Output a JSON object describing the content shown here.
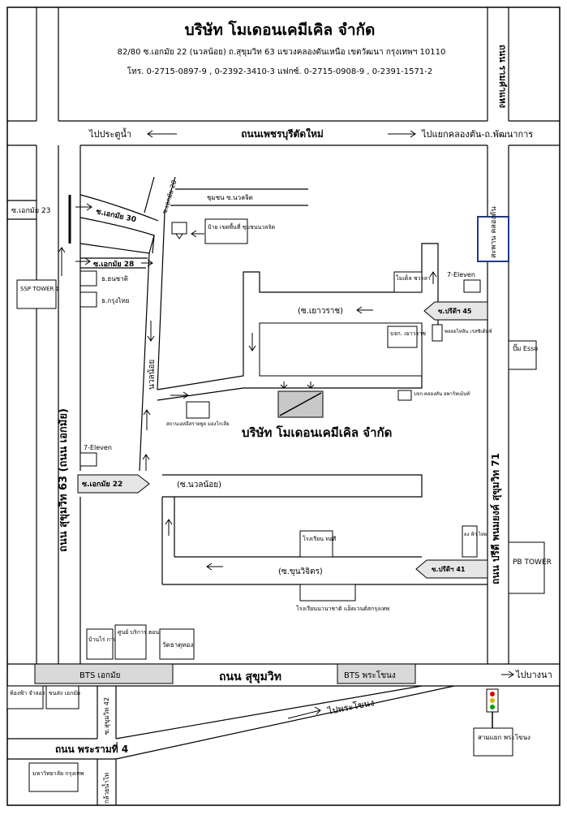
{
  "header": {
    "company_name": "บริษัท โมเดอนเคมีเคิล จำกัด",
    "address": "82/80 ซ.เอกมัย 22 (นวลน้อย) ถ.สุขุมวิท 63 แขวงคลองตันเหนือ เขตวัฒนา กรุงเทพฯ 10110",
    "contact": "โทร. 0-2715-0897-9 , 0-2392-3410-3  แฟกซ์. 0-2715-0908-9 , 0-2391-1571-2"
  },
  "roads": {
    "ram_khamhaeng": "ถนน รามคำแหง",
    "phetchaburi": "ถนนเพชรบุรีตัดใหม่",
    "to_pratunam": "ไปประตูน้ำ",
    "to_khlongtan": "ไปแยกคลองตัน-ถ.พัฒนาการ",
    "sukhumvit63": "ถนน สุขุมวิท 63 (ถนน เอกมัย)",
    "sukhumvit71": "ถนน ปรีดี พนมยงค์ สุขุมวิท 71",
    "sukhumvit": "ถนน สุขุมวิท",
    "rama4": "ถนน พระรามที่ 4",
    "to_bangna": "ไปบางนา",
    "to_phrakhanong": "ไปพระโขนง",
    "ekkamai23": "ซ.เอกมัย 23",
    "ekkamai30": "ซ.เอกมัย 30",
    "ekkamai28_top": "ซ.เอกมัย 28",
    "ekkamai28": "ซ.เอกมัย 28",
    "ekkamai22": "ซ.เอกมัย 22",
    "nuannoi_v": "นวลน้อย",
    "nuannoi_soi": "(ซ.นวลน้อย)",
    "yaowarat": "(ซ.เยาวราช)",
    "khunwichit": "(ซ.ขุนวิจิตร)",
    "pridi45": "ซ.ปรีดีฯ  45",
    "pridi41": "ซ.ปรีดีฯ  41",
    "sukhumvit42": "ซ.สุขุมวิท 42",
    "kluaynamthai": "กล้วยน้ำไท"
  },
  "places": {
    "community": "ชุมชน ซ.นวลจิต",
    "bus_stop": "ป้าย เขตพื้นที่ ชุมชนนวลจิต",
    "ssp_tower": "SSP TOWER 1",
    "thanachart": "ธ.ธนชาติ",
    "krungthai": "ธ.กรุงไทย",
    "hotel": "โมเต็ล ชวาลา",
    "seven_eleven_1": "7-Eleven",
    "seven_eleven_2": "7-Eleven",
    "police": "สะพาน คลองตัน",
    "company_yaowarat": "บจก. เยาวราช",
    "residence": "พลอยไหลิน เรสซิเด้นซ์",
    "apartment": "บจก.คลองตัน อพาร์ทเม้นท์",
    "gas_station": "สถานเอสอีสรายพูล มองโกเลีย",
    "esso": "ปั๊ม Esso",
    "company_main": "บริษัท โมเดอนเคมีเคิล จำกัด",
    "school_tosi": "โรงเรียน ทอสี",
    "ngamwan": "ยง ฟ้า ไทย",
    "pb_tower": "PB TOWER",
    "intl_school": "โรงเรียนนานาชาติ แอ็ดเวนต์สกรุงเทพ",
    "cafe": "บ้านไร่ กาแฟ",
    "service_center": "ศูนย์ บริการ ฮอนด้า",
    "wat": "วัดธาตุทอง",
    "bts_ekkamai": "BTS เอกมัย",
    "bts_phrakhanong": "BTS พระโขนง",
    "planetarium": "ท้องฟ้า จำลอง",
    "bus_terminal": "ขนส่ง เอกมัย",
    "phrakhanong_junction": "สามแยก พระโขนง",
    "university": "มหาวิทยาลัย กรุงเทพ"
  },
  "colors": {
    "bts_fill": "#d9d9d9",
    "police_border": "#1f3a8a",
    "company_fill": "#c8c8c8",
    "arrow_fill": "#e6e6e6"
  }
}
